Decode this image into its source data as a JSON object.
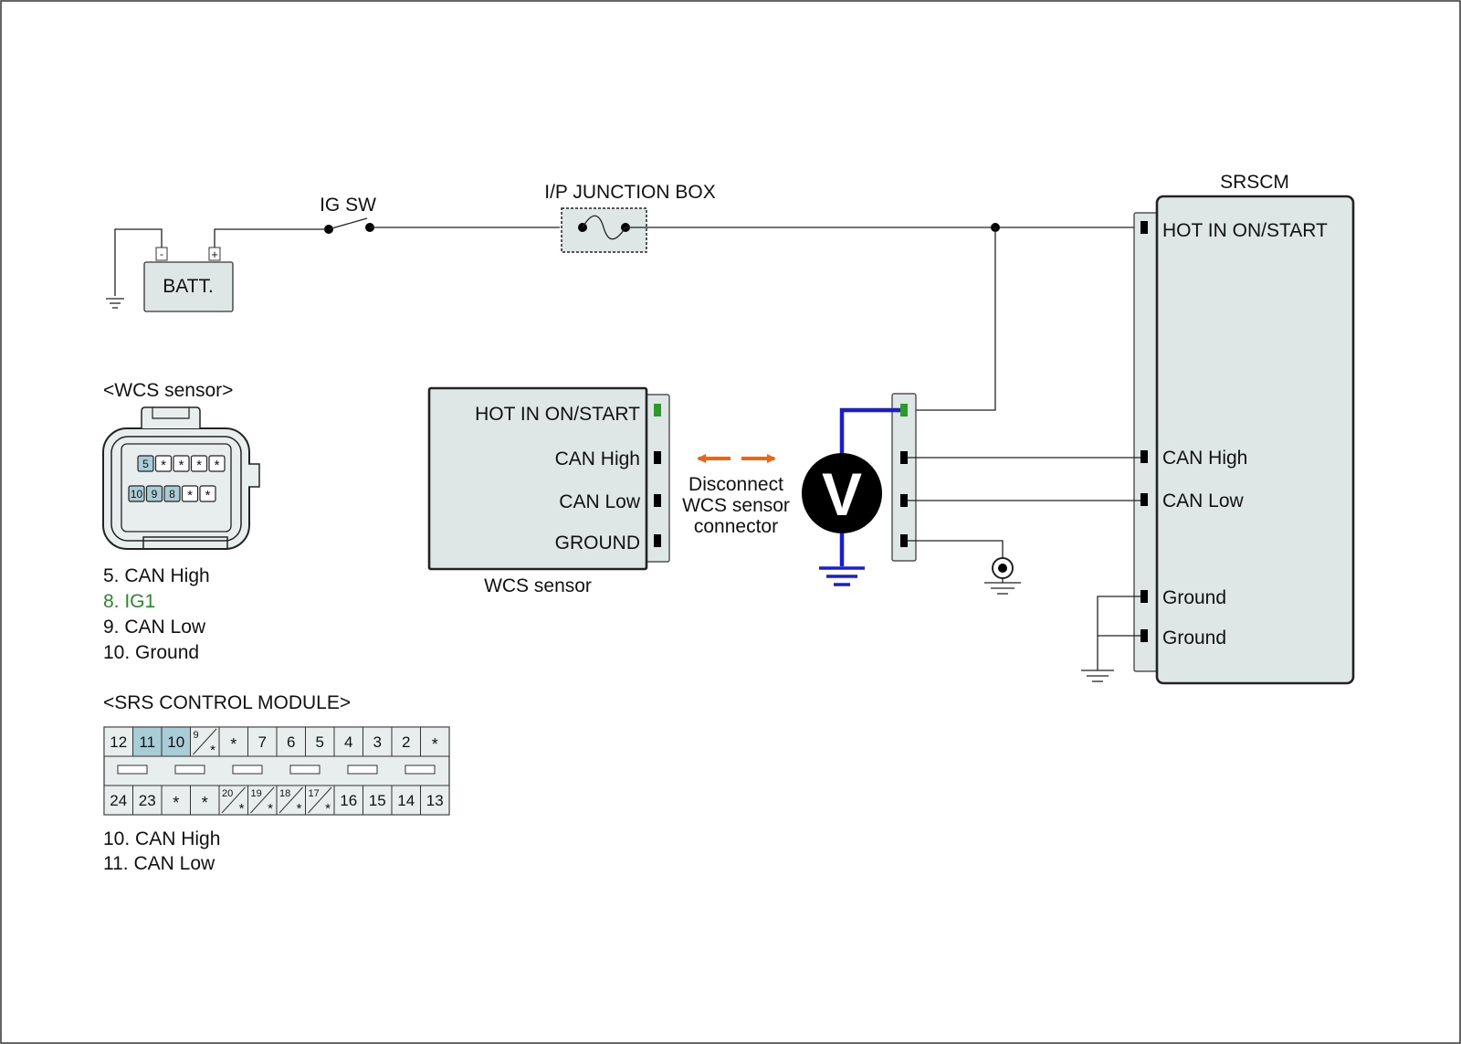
{
  "battery": {
    "label": "BATT.",
    "neg": "-",
    "pos": "+"
  },
  "ig_switch": {
    "label": "IG SW"
  },
  "junction_box": {
    "label": "I/P JUNCTION BOX"
  },
  "srscm": {
    "title": "SRSCM",
    "pins": [
      "HOT IN ON/START",
      "CAN High",
      "CAN Low",
      "Ground",
      "Ground"
    ]
  },
  "wcs_module": {
    "caption": "WCS sensor",
    "pins": [
      "HOT IN ON/START",
      "CAN High",
      "CAN Low",
      "GROUND"
    ]
  },
  "note": {
    "lines": [
      "Disconnect",
      "WCS sensor",
      "connector"
    ]
  },
  "voltmeter": {
    "symbol": "V"
  },
  "wcs_connector": {
    "title": "<WCS sensor>",
    "top_row": [
      "5",
      "*",
      "*",
      "*",
      "*"
    ],
    "bottom_row": [
      "10",
      "9",
      "8",
      "*",
      "*"
    ],
    "legend": [
      {
        "text": "5. CAN High",
        "color": "#111111"
      },
      {
        "text": "8. IG1",
        "color": "#2a8a2a"
      },
      {
        "text": "9. CAN Low",
        "color": "#111111"
      },
      {
        "text": "10. Ground",
        "color": "#111111"
      }
    ]
  },
  "srs_connector": {
    "title": "<SRS CONTROL MODULE>",
    "top_row": [
      "12",
      "11",
      "10",
      "9/*",
      "*",
      "7",
      "6",
      "5",
      "4",
      "3",
      "2",
      "*"
    ],
    "bottom_row": [
      "24",
      "23",
      "*",
      "*",
      "20/*",
      "19/*",
      "18/*",
      "17/*",
      "16",
      "15",
      "14",
      "13"
    ],
    "legend": [
      "10. CAN High",
      "11. CAN Low"
    ]
  },
  "colors": {
    "test_wire": "#1a1adb",
    "arrow": "#e8651a",
    "ig1_pin": "#2a9a2a",
    "highlight_cell": "#a9cdd6",
    "box_fill": "#dfe6e6"
  }
}
